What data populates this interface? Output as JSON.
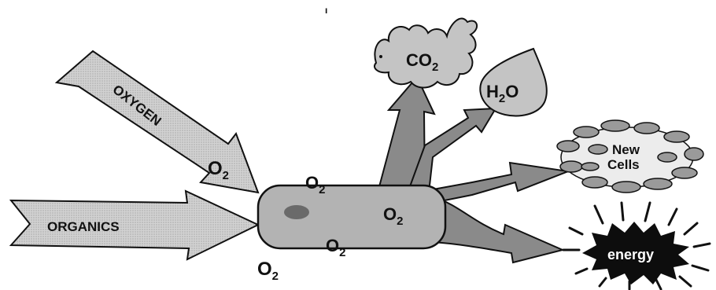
{
  "labels": {
    "oxygen": "OXYGEN",
    "organics": "ORGANICS",
    "co2_base": "CO",
    "co2_sub": "2",
    "h2o_h": "H",
    "h2o_sub": "2",
    "h2o_o": "O",
    "new_cells_line1": "New",
    "new_cells_line2": "Cells",
    "energy": "energy",
    "o2_base": "O",
    "o2_sub": "2",
    "tick_mark": "ı"
  },
  "colors": {
    "input_arrow_fill": "#cfcfcf",
    "output_arrow_fill": "#8a8a8a",
    "cell_fill": "#b3b3b3",
    "nucleus_fill": "#6a6a6a",
    "bubble_fill": "#c4c4c4",
    "new_cell_blob_fill": "#9a9a9a",
    "energy_burst_fill": "#0d0d0d",
    "energy_text": "#ffffff",
    "outline": "#111111"
  }
}
